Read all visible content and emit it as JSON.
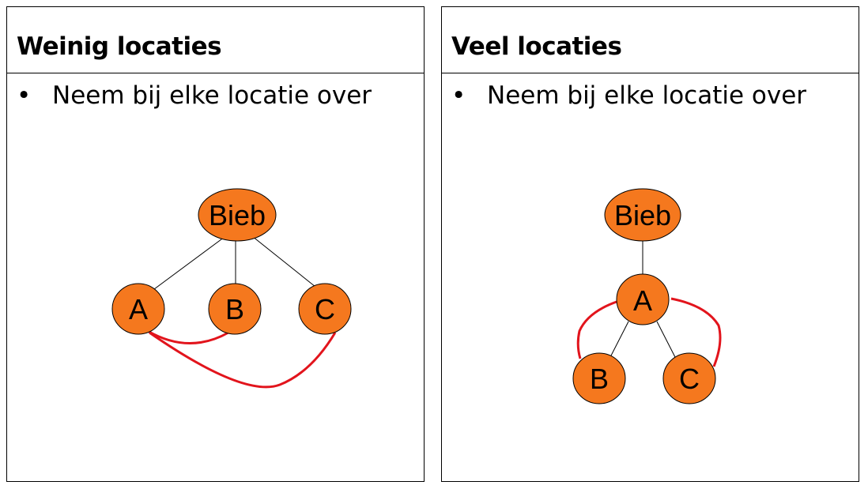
{
  "colors": {
    "node_fill": "#f5781e",
    "node_stroke": "#000000",
    "tree_edge": "#000000",
    "route_edge": "#e2141c"
  },
  "panels": [
    {
      "title": "Weinig locaties",
      "bullet": "Neem bij elke locatie over",
      "nodes": {
        "bieb": "Bieb",
        "a": "A",
        "b": "B",
        "c": "C"
      }
    },
    {
      "title": "Veel locaties",
      "bullet": "Neem bij elke locatie over",
      "nodes": {
        "bieb": "Bieb",
        "a": "A",
        "b": "B",
        "c": "C"
      }
    }
  ]
}
